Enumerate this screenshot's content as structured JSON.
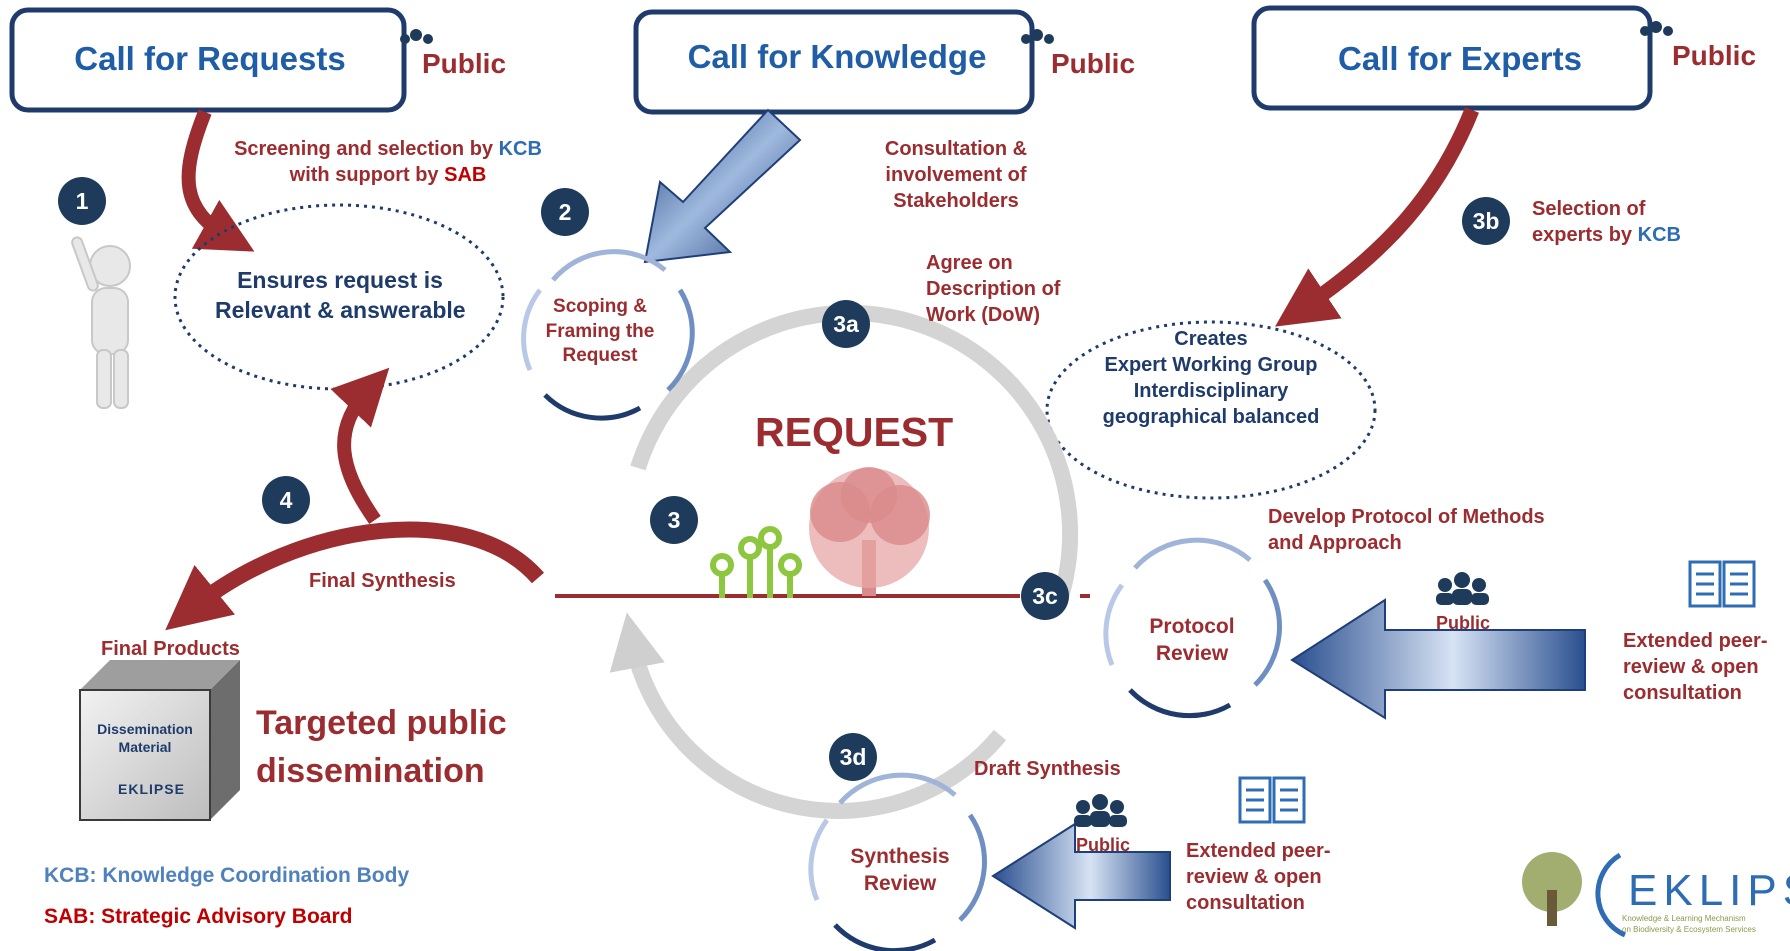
{
  "calls": {
    "requests": {
      "title": "Call for Requests",
      "badge": "Public"
    },
    "knowledge": {
      "title": "Call for Knowledge",
      "badge": "Public"
    },
    "experts": {
      "title": "Call for Experts",
      "badge": "Public"
    }
  },
  "steps": {
    "s1": "1",
    "s2": "2",
    "s3": "3",
    "s3a": "3a",
    "s3b": "3b",
    "s3c": "3c",
    "s3d": "3d",
    "s4": "4"
  },
  "labels": {
    "screening_prefix": "Screening and selection by",
    "screening_kcb": "KCB",
    "support_prefix": "with support by",
    "support_sab": "SAB",
    "ensures_line1": "Ensures request is",
    "ensures_line2": "Relevant & answerable",
    "scoping_line1": "Scoping &",
    "scoping_line2": "Framing the",
    "scoping_line3": "Request",
    "consult_line1": "Consultation &",
    "consult_line2": "involvement of",
    "consult_line3": "Stakeholders",
    "agree_line1": "Agree on",
    "agree_line2": "Description of",
    "agree_line3": "Work (DoW)",
    "selection_line1": "Selection of",
    "selection_line2_prefix": "experts by",
    "selection_kcb": "KCB",
    "creates_line1": "Creates",
    "creates_line2": "Expert Working Group",
    "creates_line3": "Interdisciplinary",
    "creates_line4": "geographical balanced",
    "request": "REQUEST",
    "develop_line1": "Develop Protocol of Methods",
    "develop_line2": "and Approach",
    "protocol_line1": "Protocol",
    "protocol_line2": "Review",
    "public_protocol": "Public",
    "extended1_line1": "Extended peer-",
    "extended1_line2": "review & open",
    "extended1_line3": "consultation",
    "draft": "Draft Synthesis",
    "public_synth": "Public",
    "extended2_line1": "Extended peer-",
    "extended2_line2": "review & open",
    "extended2_line3": "consultation",
    "synth_line1": "Synthesis",
    "synth_line2": "Review",
    "final_synthesis": "Final Synthesis",
    "final_products": "Final Products",
    "box_line1": "Dissemination",
    "box_line2": "Material",
    "box_logo": "EKLIPSE",
    "targeted_line1": "Targeted public",
    "targeted_line2": "dissemination",
    "legend_kcb": "KCB: Knowledge Coordination Body",
    "legend_sab": "SAB: Strategic Advisory Board",
    "logo_text": "EKLIPS",
    "logo_tag1": "Knowledge & Learning Mechanism",
    "logo_tag2": "on Biodiversity & Ecosystem Services"
  },
  "colors": {
    "dark_red": "#9b2d30",
    "navy": "#1f3b5c",
    "call_blue": "#1f5da6",
    "kcb_blue": "#2e6db4",
    "sab_red": "#c00000",
    "gray_cycle": "#cfcfcf",
    "key_green": "#8dc63f",
    "tree_pink": "#d98a8a"
  },
  "icons": [
    "people-icon",
    "tree-icon",
    "person-figure",
    "key-icon",
    "document-icon",
    "cube-box",
    "eklipse-logo"
  ]
}
